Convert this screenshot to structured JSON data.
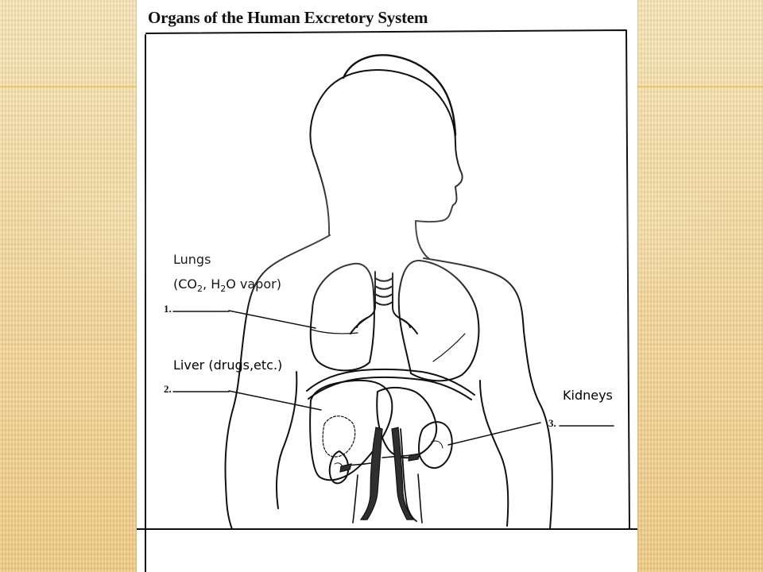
{
  "worksheet": {
    "title": "Organs of the Human Excretory System",
    "blank_numbers": [
      "1.",
      "2.",
      "3."
    ]
  },
  "labels": {
    "lungs": "Lungs",
    "lungs_detail": {
      "open": "(CO",
      "sub1": "2",
      "mid": ", H",
      "sub2": "2",
      "end": "O vapor)"
    },
    "liver": "Liver (drugs,etc.)",
    "kidneys": "Kidneys"
  },
  "colors": {
    "background": "#f4d79a",
    "accent_line": "#f1c25f",
    "sheet": "#ffffff",
    "ink": "#111111"
  }
}
